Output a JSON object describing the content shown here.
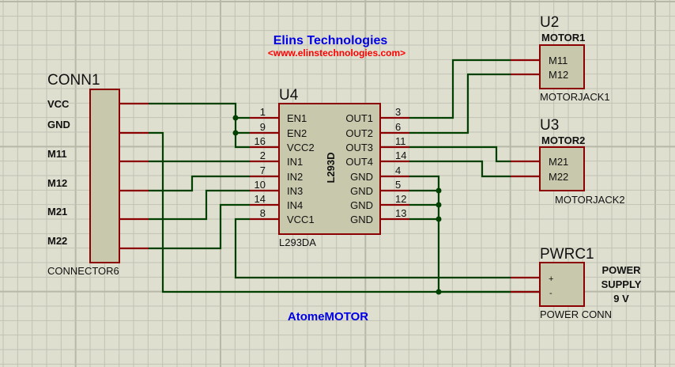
{
  "header": {
    "company": "Elins Technologies",
    "website": "<www.elinstechnologies.com>",
    "footer_label": "AtomeMOTOR"
  },
  "colors": {
    "background": "#dfdfd0",
    "grid_minor": "#c2c2b4",
    "grid_major": "#b8b8a8",
    "component_fill": "#c8c8ac",
    "component_border": "#8b0000",
    "pin": "#8b0000",
    "wire": "#004000",
    "company_text": "#0000e6",
    "website_text": "#ff0000"
  },
  "components": {
    "conn1": {
      "ref": "CONN1",
      "value": "CONNECTOR6",
      "pins": [
        "VCC",
        "GND",
        "M11",
        "M12",
        "M21",
        "M22"
      ]
    },
    "u4": {
      "ref": "U4",
      "value": "L293DA",
      "body_text": "L293D",
      "left_pins": [
        {
          "num": "1",
          "name": "EN1"
        },
        {
          "num": "9",
          "name": "EN2"
        },
        {
          "num": "16",
          "name": "VCC2"
        },
        {
          "num": "2",
          "name": "IN1"
        },
        {
          "num": "7",
          "name": "IN2"
        },
        {
          "num": "10",
          "name": "IN3"
        },
        {
          "num": "14",
          "name": "IN4"
        },
        {
          "num": "8",
          "name": "VCC1"
        }
      ],
      "right_pins": [
        {
          "num": "3",
          "name": "OUT1"
        },
        {
          "num": "6",
          "name": "OUT2"
        },
        {
          "num": "11",
          "name": "OUT3"
        },
        {
          "num": "14",
          "name": "OUT4"
        },
        {
          "num": "4",
          "name": "GND"
        },
        {
          "num": "5",
          "name": "GND"
        },
        {
          "num": "12",
          "name": "GND"
        },
        {
          "num": "13",
          "name": "GND"
        }
      ]
    },
    "u2": {
      "ref": "U2",
      "title": "MOTOR1",
      "value": "MOTORJACK1",
      "pins": [
        "M11",
        "M12"
      ]
    },
    "u3": {
      "ref": "U3",
      "title": "MOTOR2",
      "value": "MOTORJACK2",
      "pins": [
        "M21",
        "M22"
      ]
    },
    "pwrc1": {
      "ref": "PWRC1",
      "value": "POWER CONN",
      "pins": [
        "+",
        "-"
      ],
      "note_lines": [
        "POWER",
        "SUPPLY",
        "9 V"
      ]
    }
  }
}
